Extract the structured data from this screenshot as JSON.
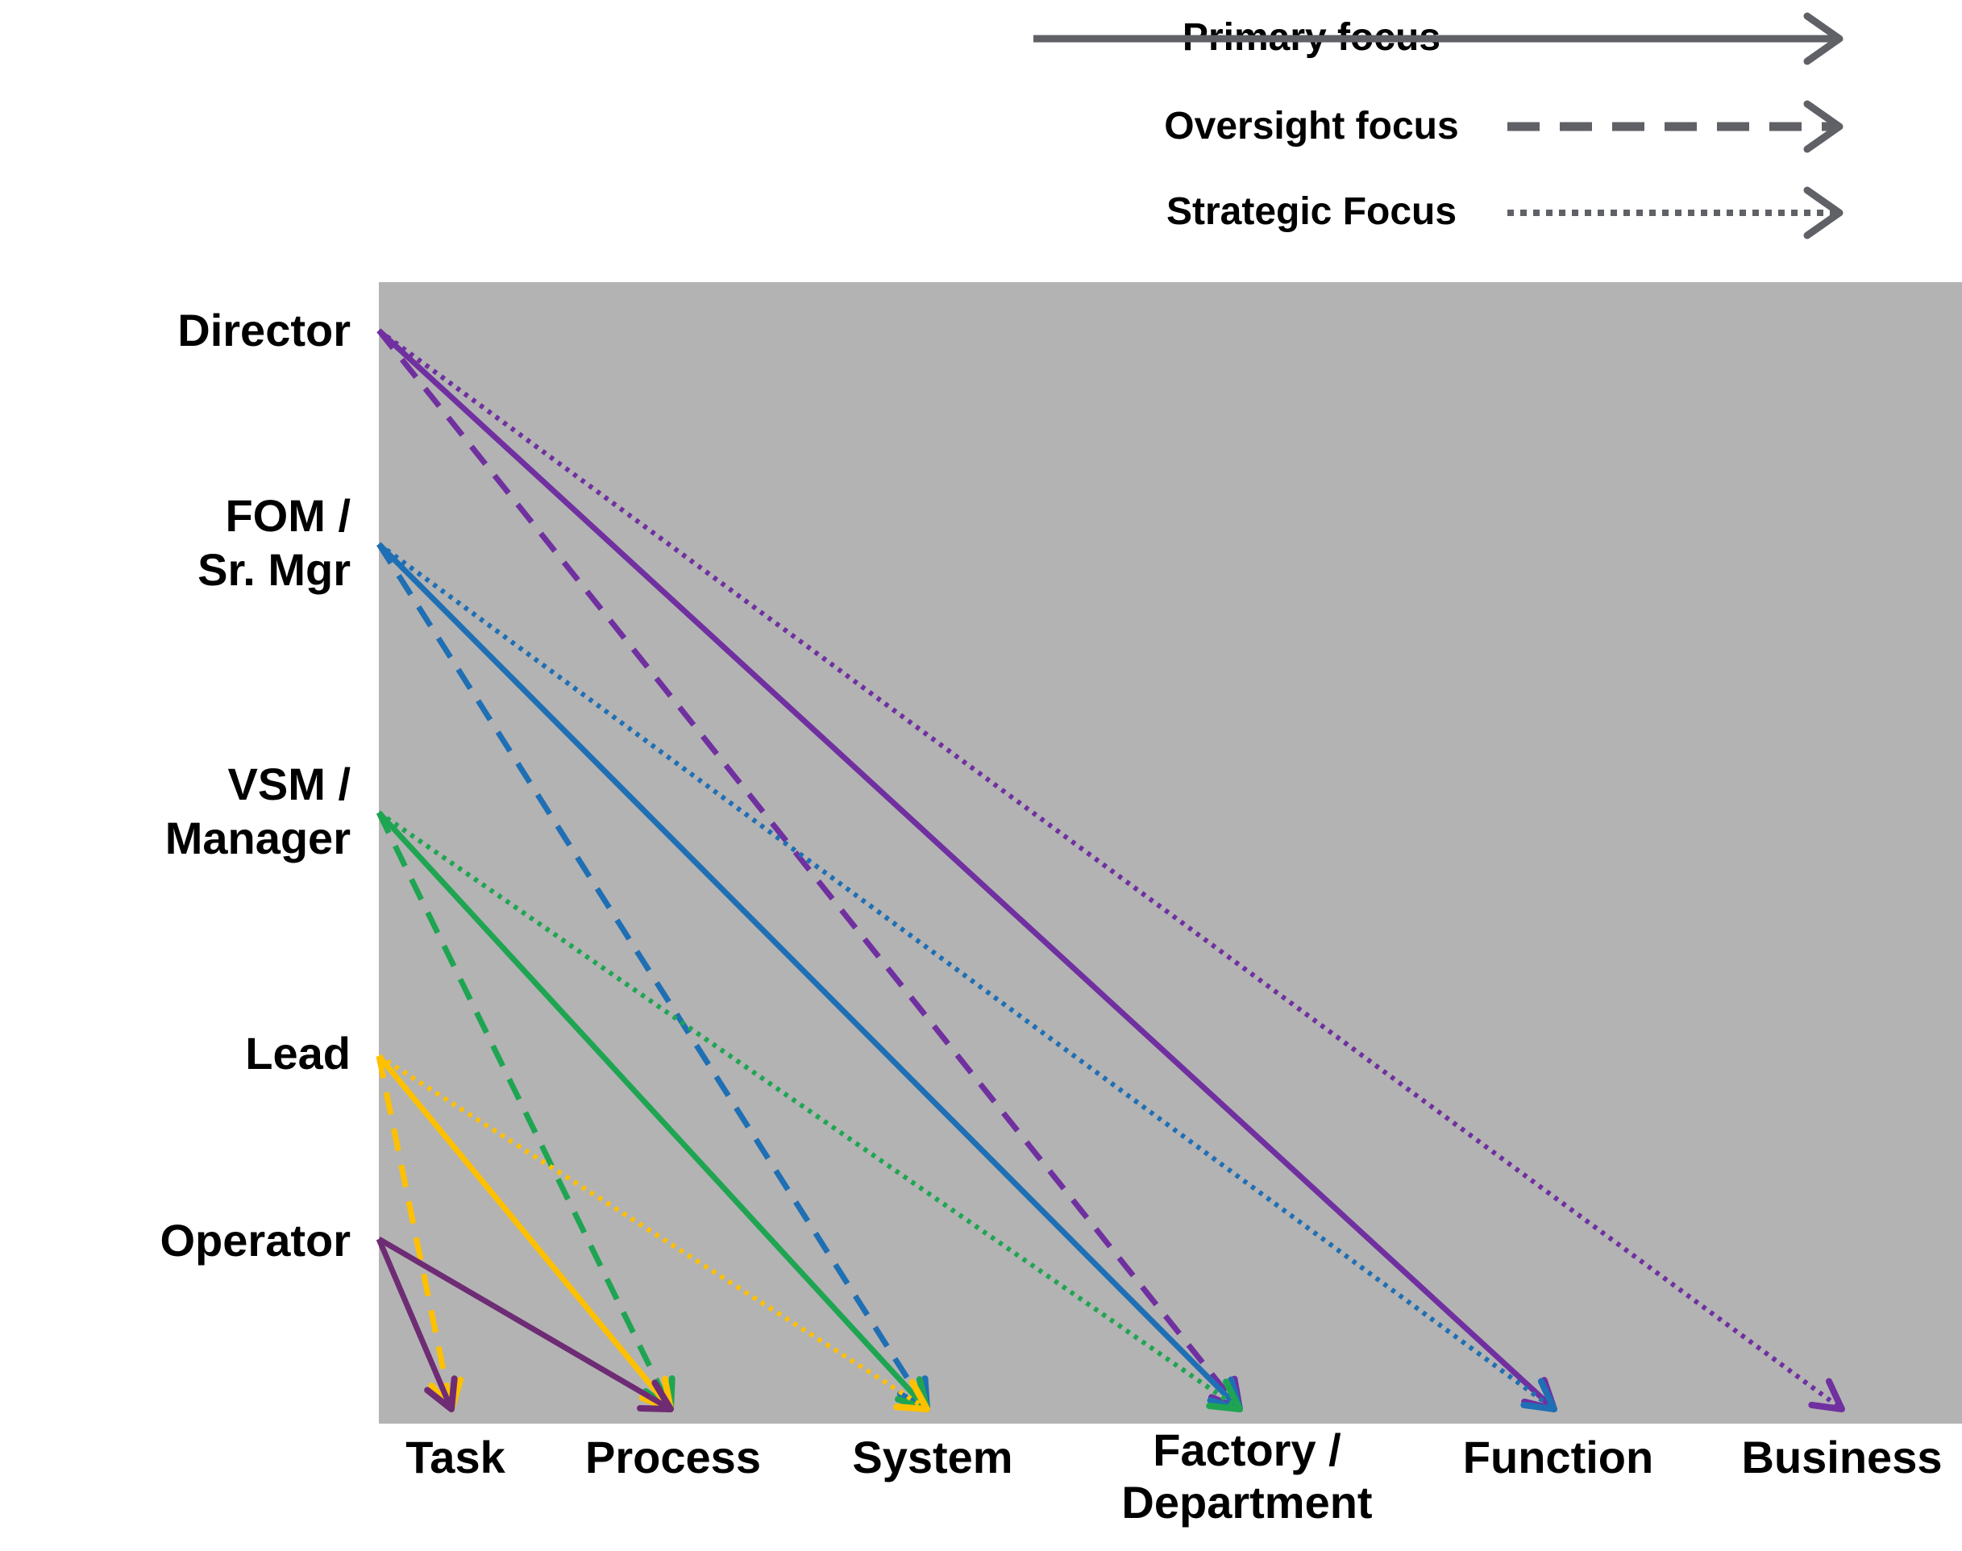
{
  "legend": {
    "primary": "Primary focus",
    "oversight": "Oversight focus",
    "strategic": "Strategic Focus"
  },
  "roles": {
    "director": "Director",
    "fom_line1": "FOM /",
    "fom_line2": "Sr. Mgr",
    "vsm_line1": "VSM /",
    "vsm_line2": "Manager",
    "lead": "Lead",
    "operator": "Operator"
  },
  "scopes": {
    "task": "Task",
    "process": "Process",
    "system": "System",
    "factory_line1": "Factory /",
    "factory_line2": "Department",
    "function": "Function",
    "business": "Business"
  },
  "colors": {
    "background_panel": "#b3b3b3",
    "legend_arrow": "#5f6166",
    "director": "#7030a0",
    "fom": "#1f6fb4",
    "vsm": "#1fa552",
    "lead": "#ffc000",
    "operator": "#6e2c74"
  },
  "links": [
    {
      "role": "director",
      "scope": "function",
      "focus": "primary"
    },
    {
      "role": "director",
      "scope": "factory",
      "focus": "oversight"
    },
    {
      "role": "director",
      "scope": "business",
      "focus": "strategic"
    },
    {
      "role": "fom",
      "scope": "factory",
      "focus": "primary"
    },
    {
      "role": "fom",
      "scope": "system",
      "focus": "oversight"
    },
    {
      "role": "fom",
      "scope": "function",
      "focus": "strategic"
    },
    {
      "role": "vsm",
      "scope": "system",
      "focus": "primary"
    },
    {
      "role": "vsm",
      "scope": "process",
      "focus": "oversight"
    },
    {
      "role": "vsm",
      "scope": "factory",
      "focus": "strategic"
    },
    {
      "role": "lead",
      "scope": "process",
      "focus": "primary"
    },
    {
      "role": "lead",
      "scope": "task",
      "focus": "oversight"
    },
    {
      "role": "lead",
      "scope": "system",
      "focus": "strategic"
    },
    {
      "role": "operator",
      "scope": "task",
      "focus": "primary"
    },
    {
      "role": "operator",
      "scope": "process",
      "focus": "primary"
    }
  ]
}
